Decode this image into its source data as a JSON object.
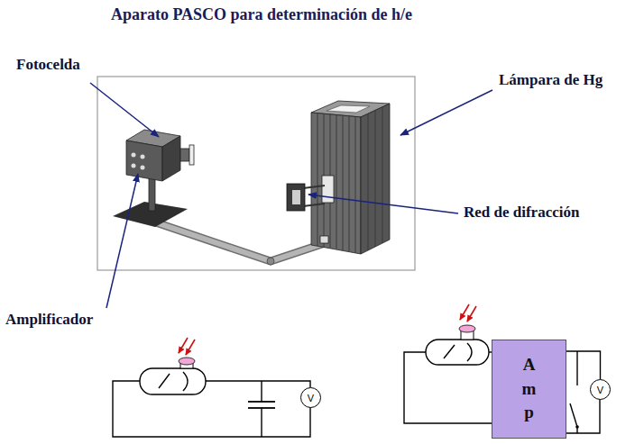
{
  "diagram": {
    "title": "Aparato PASCO para determinación de h/e",
    "nodes": [
      {
        "text": [
          "V"
        ]
      },
      {
        "text": [
          "A m p"
        ]
      },
      {
        "text": [
          "V"
        ]
      }
    ],
    "edges": [
      {
        "from": 1,
        "to": 2,
        "arrow": "none"
      }
    ],
    "labels": [
      "Fotocelda",
      "Lámpara de Hg",
      "Red de difracción",
      "Amplificador"
    ]
  }
}
